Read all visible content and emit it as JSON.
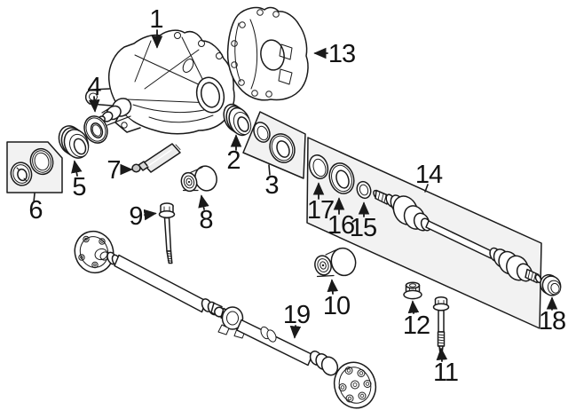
{
  "page": {
    "background": "#ffffff"
  },
  "colors": {
    "line": "#1a1a1a",
    "box_fill": "#f2f2f2",
    "part_fill": "#ffffff",
    "shade": "#e2e2e2",
    "label": "#121212"
  },
  "diagram": {
    "type": "exploded-parts-diagram",
    "callouts": [
      {
        "number": "1",
        "part": "differential-assembly"
      },
      {
        "number": "2",
        "part": "output-shaft-seal"
      },
      {
        "number": "3",
        "part": "seal-kit"
      },
      {
        "number": "4",
        "part": "shaft-seal"
      },
      {
        "number": "5",
        "part": "sealing-ring"
      },
      {
        "number": "6",
        "part": "seal-repair-kit"
      },
      {
        "number": "7",
        "part": "sealant-tube"
      },
      {
        "number": "8",
        "part": "mount-bushing"
      },
      {
        "number": "9",
        "part": "mount-bolt"
      },
      {
        "number": "10",
        "part": "mount-bushing"
      },
      {
        "number": "11",
        "part": "mount-bolt"
      },
      {
        "number": "12",
        "part": "flange-nut"
      },
      {
        "number": "13",
        "part": "housing-cover"
      },
      {
        "number": "14",
        "part": "axle-shaft-assembly"
      },
      {
        "number": "15",
        "part": "retaining-ring"
      },
      {
        "number": "16",
        "part": "seal-ring"
      },
      {
        "number": "17",
        "part": "gasket-ring"
      },
      {
        "number": "18",
        "part": "dust-cap"
      },
      {
        "number": "19",
        "part": "driveshaft"
      }
    ]
  }
}
